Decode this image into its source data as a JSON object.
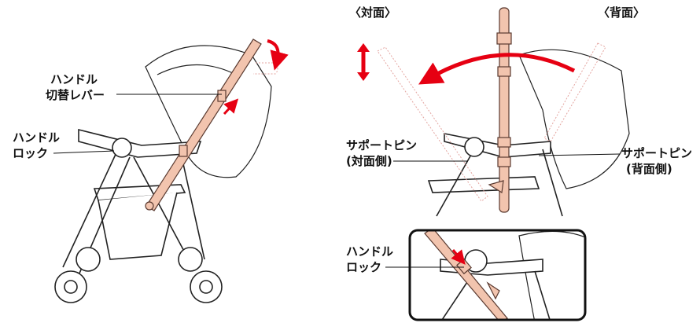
{
  "left": {
    "handle_switch_lever_label": [
      "ハンドル",
      "切替レバー"
    ],
    "handle_lock_label": [
      "ハンドル",
      "ロック"
    ]
  },
  "right": {
    "front_facing_label": "〈対面〉",
    "rear_facing_label": "〈背面〉",
    "support_pin_front_label": [
      "サポートピン",
      "(対面側)"
    ],
    "support_pin_rear_label": [
      "サポートピン",
      "(背面側)"
    ]
  },
  "inset": {
    "handle_lock_label": [
      "ハンドル",
      "ロック"
    ]
  },
  "colors": {
    "handle": "#f2c4ae",
    "arrow": "#e60012",
    "outline": "#222222"
  }
}
